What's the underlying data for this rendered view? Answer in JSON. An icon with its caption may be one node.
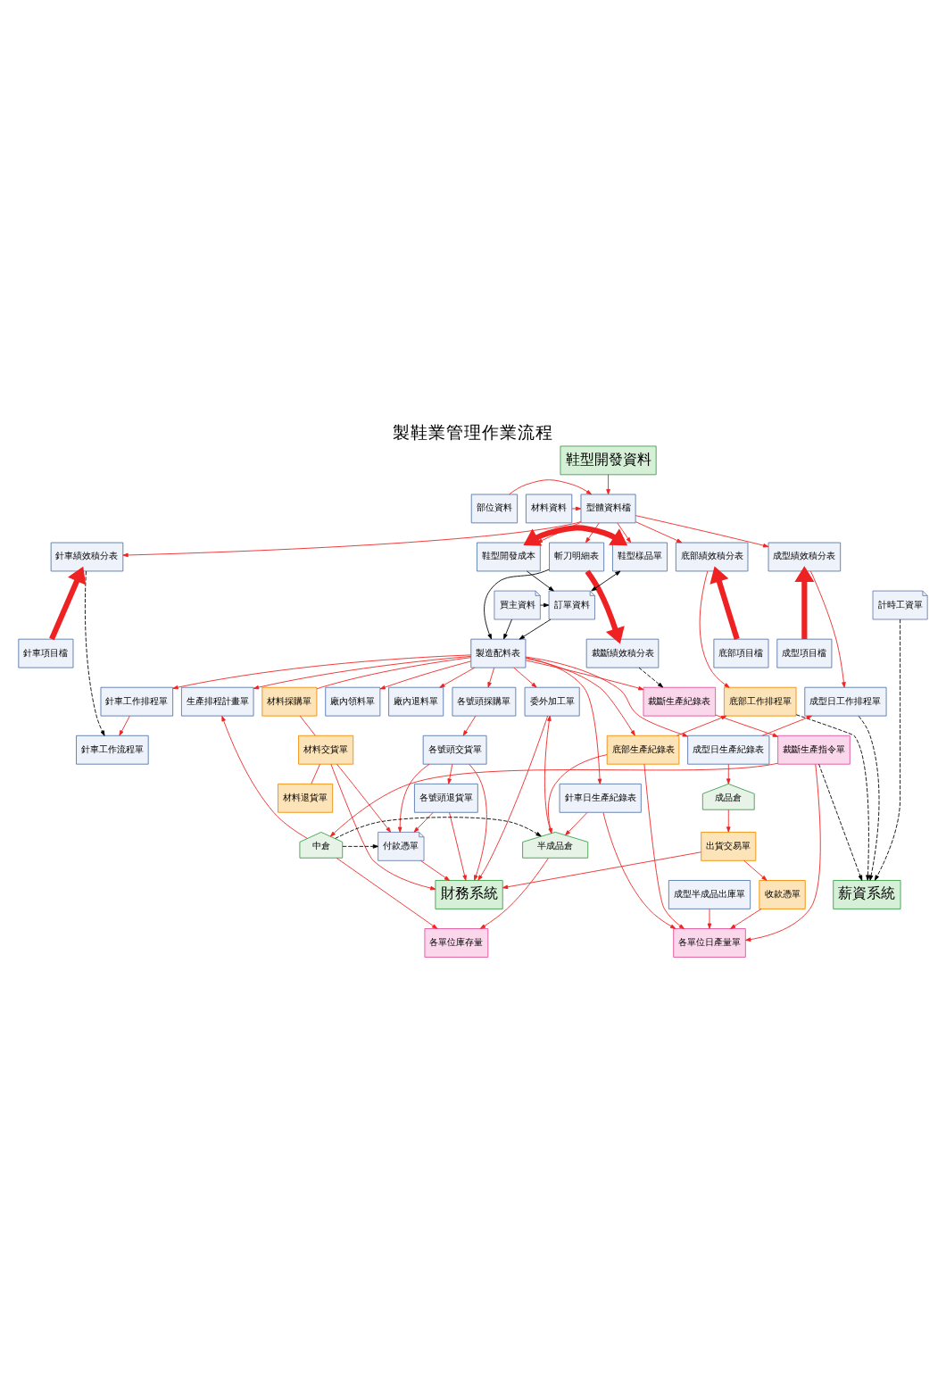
{
  "diagram": {
    "title": "製鞋業管理作業流程",
    "nodes": [
      {
        "text": [
          "鞋型開發資料"
        ]
      },
      {
        "text": [
          "部位資料"
        ]
      },
      {
        "text": [
          "型體資料檔"
        ]
      },
      {
        "text": [
          "材料資料"
        ]
      },
      {
        "text": [
          "鞋型開發成本"
        ]
      },
      {
        "text": [
          "鞋型樣品單"
        ]
      },
      {
        "text": [
          "斬刀明細表"
        ]
      },
      {
        "text": [
          "針車績效積分表"
        ]
      },
      {
        "text": [
          "底部績效積分表"
        ]
      },
      {
        "text": [
          "成型績效積分表"
        ]
      },
      {
        "text": [
          "裁斷績效積分表"
        ]
      },
      {
        "text": [
          "針車項目檔"
        ]
      },
      {
        "text": [
          "底部項目檔"
        ]
      },
      {
        "text": [
          "成型項目檔"
        ]
      },
      {
        "text": [
          "訂單資料"
        ]
      },
      {
        "text": [
          "買主資料"
        ]
      },
      {
        "text": [
          "計時工資單"
        ]
      },
      {
        "text": [
          "製造配料表"
        ]
      },
      {
        "text": [
          "各號頭採購單"
        ]
      },
      {
        "text": [
          "材料採購單"
        ]
      },
      {
        "text": [
          "委外加工單"
        ]
      },
      {
        "text": [
          "生產排程計畫單"
        ]
      },
      {
        "text": [
          "廠內領料單"
        ]
      },
      {
        "text": [
          "廠內退料單"
        ]
      },
      {
        "text": [
          "裁斷生產紀錄表"
        ]
      },
      {
        "text": [
          "針車工作排程單"
        ]
      },
      {
        "text": [
          "底部工作排程單"
        ]
      },
      {
        "text": [
          "成型日工作排程單"
        ]
      },
      {
        "text": [
          "各號頭交貨單"
        ]
      },
      {
        "text": [
          "材料交貨單"
        ]
      },
      {
        "text": [
          "裁斷生產指令單"
        ]
      },
      {
        "text": [
          "針車工作流程單"
        ]
      },
      {
        "text": [
          "底部生產紀錄表"
        ]
      },
      {
        "text": [
          "成型日生產紀錄表"
        ]
      },
      {
        "text": [
          "各號頭退貨單"
        ]
      },
      {
        "text": [
          "材料退貨單"
        ]
      },
      {
        "text": [
          "針車日生產紀錄表"
        ]
      },
      {
        "text": [
          "成品倉"
        ]
      },
      {
        "text": [
          "付款憑單"
        ]
      },
      {
        "text": [
          "中倉"
        ]
      },
      {
        "text": [
          "半成品倉"
        ]
      },
      {
        "text": [
          "出貨交易單"
        ]
      },
      {
        "text": [
          "成型半成品出庫單"
        ]
      },
      {
        "text": [
          "收款憑單"
        ]
      },
      {
        "text": [
          "各單位庫存量"
        ]
      },
      {
        "text": [
          "各單位日產量單"
        ]
      },
      {
        "text": [
          "財務系統"
        ]
      },
      {
        "text": [
          "薪資系統"
        ]
      }
    ],
    "edges": [
      {
        "from": 0,
        "to": 2,
        "arrow": "to"
      },
      {
        "from": 1,
        "to": 2,
        "arrow": "to"
      },
      {
        "from": 3,
        "to": 2,
        "arrow": "to"
      },
      {
        "from": 2,
        "to": 4,
        "arrow": "to"
      },
      {
        "from": 2,
        "to": 5,
        "arrow": "to"
      },
      {
        "from": 2,
        "to": 6,
        "arrow": "to"
      },
      {
        "from": 2,
        "to": 7,
        "arrow": "to"
      },
      {
        "from": 2,
        "to": 8,
        "arrow": "to"
      },
      {
        "from": 2,
        "to": 9,
        "arrow": "to"
      },
      {
        "from": 4,
        "to": 5,
        "arrow": "both",
        "style": "thick"
      },
      {
        "from": 6,
        "to": 10,
        "arrow": "to",
        "style": "thick"
      },
      {
        "from": 11,
        "to": 7,
        "arrow": "to",
        "style": "thick"
      },
      {
        "from": 12,
        "to": 8,
        "arrow": "to",
        "style": "thick"
      },
      {
        "from": 13,
        "to": 9,
        "arrow": "to",
        "style": "thick"
      },
      {
        "from": 4,
        "to": 14,
        "arrow": "to",
        "color": "#000000"
      },
      {
        "from": 14,
        "to": 5,
        "arrow": "both",
        "color": "#000000"
      },
      {
        "from": 15,
        "to": 14,
        "arrow": "to",
        "color": "#000000"
      },
      {
        "from": 15,
        "to": 17,
        "arrow": "to",
        "color": "#000000"
      },
      {
        "from": 14,
        "to": 17,
        "arrow": "to",
        "color": "#000000"
      },
      {
        "from": 6,
        "to": 17,
        "arrow": "to",
        "color": "#000000"
      },
      {
        "from": 10,
        "to": 24,
        "arrow": "to",
        "style": "dashed",
        "color": "#000000"
      },
      {
        "from": 7,
        "to": 31,
        "arrow": "to",
        "style": "dashed",
        "color": "#000000"
      },
      {
        "from": 8,
        "to": 26,
        "arrow": "to"
      },
      {
        "from": 9,
        "to": 27,
        "arrow": "to"
      },
      {
        "from": 16,
        "to": 47,
        "arrow": "to",
        "style": "dashed",
        "color": "#000000"
      },
      {
        "from": 17,
        "to": 18,
        "arrow": "to"
      },
      {
        "from": 17,
        "to": 19,
        "arrow": "none"
      },
      {
        "from": 17,
        "to": 20,
        "arrow": "to"
      },
      {
        "from": 17,
        "to": 21,
        "arrow": "to"
      },
      {
        "from": 17,
        "to": 22,
        "arrow": "to"
      },
      {
        "from": 17,
        "to": 23,
        "arrow": "to"
      },
      {
        "from": 17,
        "to": 24,
        "arrow": "to"
      },
      {
        "from": 17,
        "to": 25,
        "arrow": "to"
      },
      {
        "from": 17,
        "to": 36,
        "arrow": "to"
      },
      {
        "from": 17,
        "to": 32,
        "arrow": "to"
      },
      {
        "from": 17,
        "to": 33,
        "arrow": "to"
      },
      {
        "from": 18,
        "to": 28,
        "arrow": "to"
      },
      {
        "from": 28,
        "to": 34,
        "arrow": "to"
      },
      {
        "from": 19,
        "to": 29,
        "arrow": "none"
      },
      {
        "from": 29,
        "to": 35,
        "arrow": "none"
      },
      {
        "from": 24,
        "to": 30,
        "arrow": "to"
      },
      {
        "from": 25,
        "to": 31,
        "arrow": "to"
      },
      {
        "from": 32,
        "to": 26,
        "arrow": "to"
      },
      {
        "from": 33,
        "to": 27,
        "arrow": "to"
      },
      {
        "from": 30,
        "to": 47,
        "arrow": "to",
        "style": "dashed",
        "color": "#000000"
      },
      {
        "from": 26,
        "to": 47,
        "arrow": "to",
        "style": "dashed",
        "color": "#000000"
      },
      {
        "from": 27,
        "to": 47,
        "arrow": "to",
        "style": "dashed",
        "color": "#000000"
      },
      {
        "from": 28,
        "to": 38,
        "arrow": "to"
      },
      {
        "from": 34,
        "to": 38,
        "arrow": "to"
      },
      {
        "from": 29,
        "to": 38,
        "arrow": "to"
      },
      {
        "from": 39,
        "to": 38,
        "arrow": "to",
        "style": "dashed",
        "color": "#000000"
      },
      {
        "from": 30,
        "to": 39,
        "arrow": "to"
      },
      {
        "from": 39,
        "to": 21,
        "arrow": "to"
      },
      {
        "from": 40,
        "to": 20,
        "arrow": "to"
      },
      {
        "from": 39,
        "to": 40,
        "arrow": "to",
        "style": "dashed",
        "color": "#000000"
      },
      {
        "from": 36,
        "to": 40,
        "arrow": "to"
      },
      {
        "from": 32,
        "to": 40,
        "arrow": "to"
      },
      {
        "from": 33,
        "to": 37,
        "arrow": "to"
      },
      {
        "from": 37,
        "to": 41,
        "arrow": "to"
      },
      {
        "from": 41,
        "to": 43,
        "arrow": "to"
      },
      {
        "from": 30,
        "to": 45,
        "arrow": "to"
      },
      {
        "from": 36,
        "to": 45,
        "arrow": "to"
      },
      {
        "from": 32,
        "to": 45,
        "arrow": "to"
      },
      {
        "from": 42,
        "to": 45,
        "arrow": "to"
      },
      {
        "from": 43,
        "to": 45,
        "arrow": "to"
      },
      {
        "from": 39,
        "to": 44,
        "arrow": "to"
      },
      {
        "from": 40,
        "to": 44,
        "arrow": "to"
      },
      {
        "from": 28,
        "to": 46,
        "arrow": "to"
      },
      {
        "from": 34,
        "to": 46,
        "arrow": "to"
      },
      {
        "from": 38,
        "to": 46,
        "arrow": "to"
      },
      {
        "from": 29,
        "to": 46,
        "arrow": "to"
      },
      {
        "from": 20,
        "to": 46,
        "arrow": "to"
      },
      {
        "from": 41,
        "to": 46,
        "arrow": "to"
      }
    ]
  }
}
